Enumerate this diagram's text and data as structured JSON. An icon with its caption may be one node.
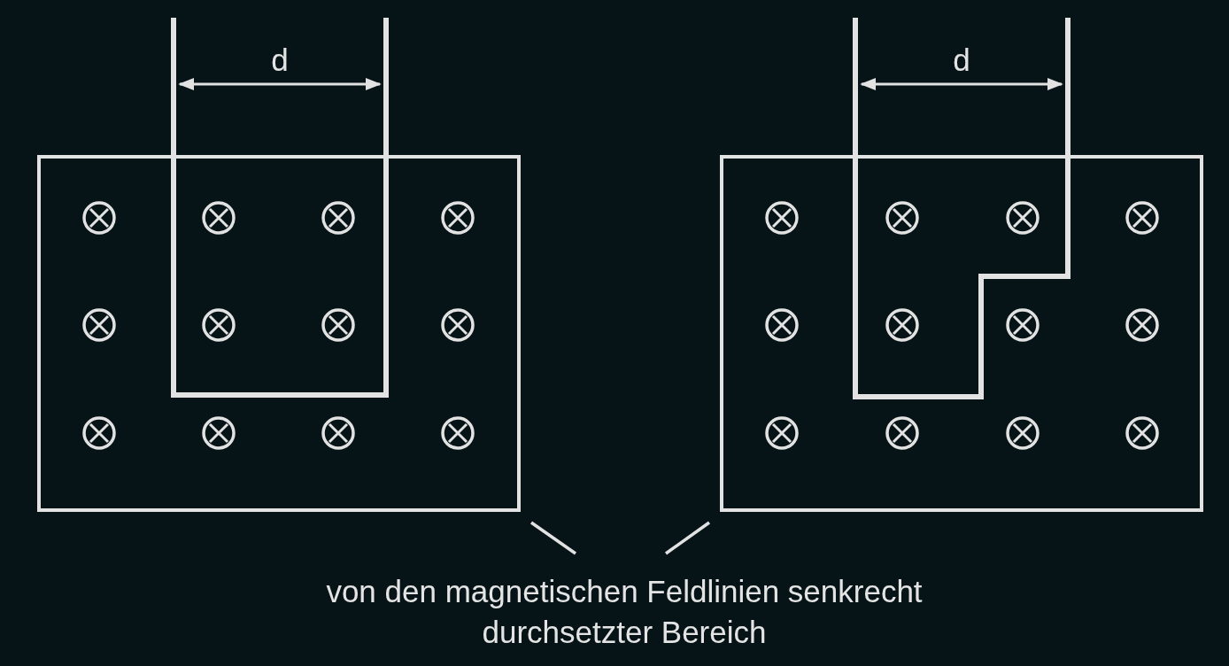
{
  "diagram": {
    "nodes": [
      {
        "text": [
          "von den magnetischen Feldlinien senkrecht durchsetzter Bereich"
        ]
      },
      {
        "text": [],
        "shape": "box"
      },
      {
        "text": [],
        "shape": "box"
      }
    ],
    "edges": [
      {
        "from": 0,
        "to": 1,
        "arrow": "none"
      },
      {
        "from": 0,
        "to": 2,
        "arrow": "none"
      }
    ],
    "labels": [
      "d",
      "d"
    ]
  }
}
